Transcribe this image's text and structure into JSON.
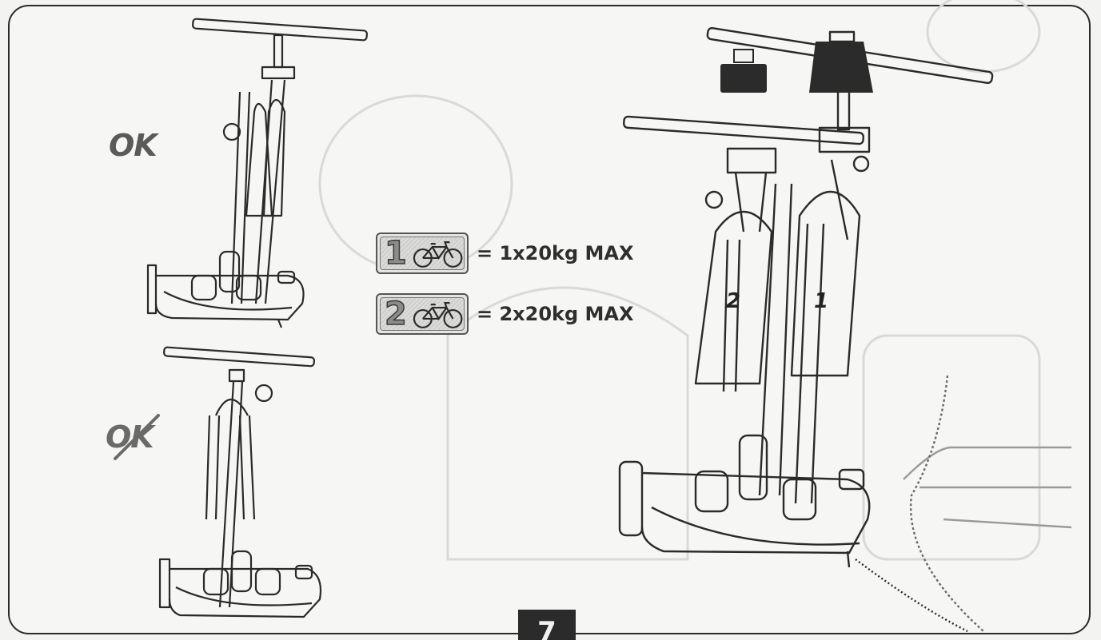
{
  "labels": {
    "ok_correct": "OK",
    "ok_incorrect": "OK"
  },
  "load_limits": [
    {
      "count": "1",
      "icon": "bicycle-icon",
      "text": "= 1x20kg MAX"
    },
    {
      "count": "2",
      "icon": "bicycle-icon",
      "text": "= 2x20kg MAX"
    }
  ],
  "bike_slots": {
    "slot_2": "2",
    "slot_1": "1"
  },
  "page_number": "7",
  "colors": {
    "ink": "#2a2a2a",
    "weight_block": "#2b2b2b",
    "label_grey": "#5a5a5a"
  }
}
